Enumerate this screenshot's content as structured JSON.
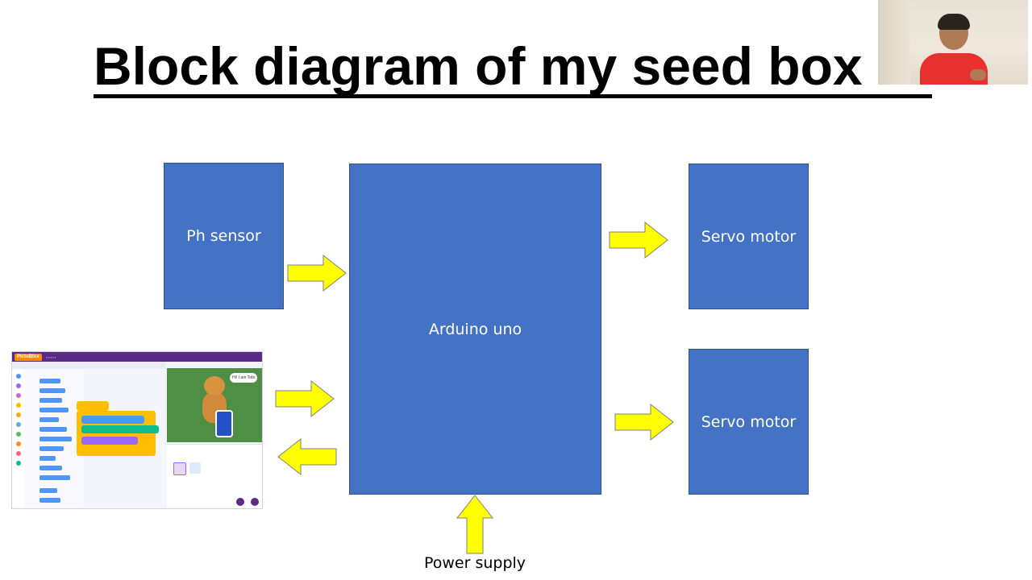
{
  "slide": {
    "title": "Block diagram of my seed box"
  },
  "blocks": {
    "ph_sensor": "Ph sensor",
    "arduino": "Arduino uno",
    "servo_top": "Servo motor",
    "servo_bottom": "Servo motor"
  },
  "power_supply": "Power supply",
  "screenshot": {
    "logo": "PictoBlox",
    "speech": "Hi! I am Tobi"
  },
  "colors": {
    "block_fill": "#4472c4",
    "block_border": "#2f528f",
    "arrow_fill": "#ffff00",
    "arrow_stroke": "#7f7f7f"
  }
}
